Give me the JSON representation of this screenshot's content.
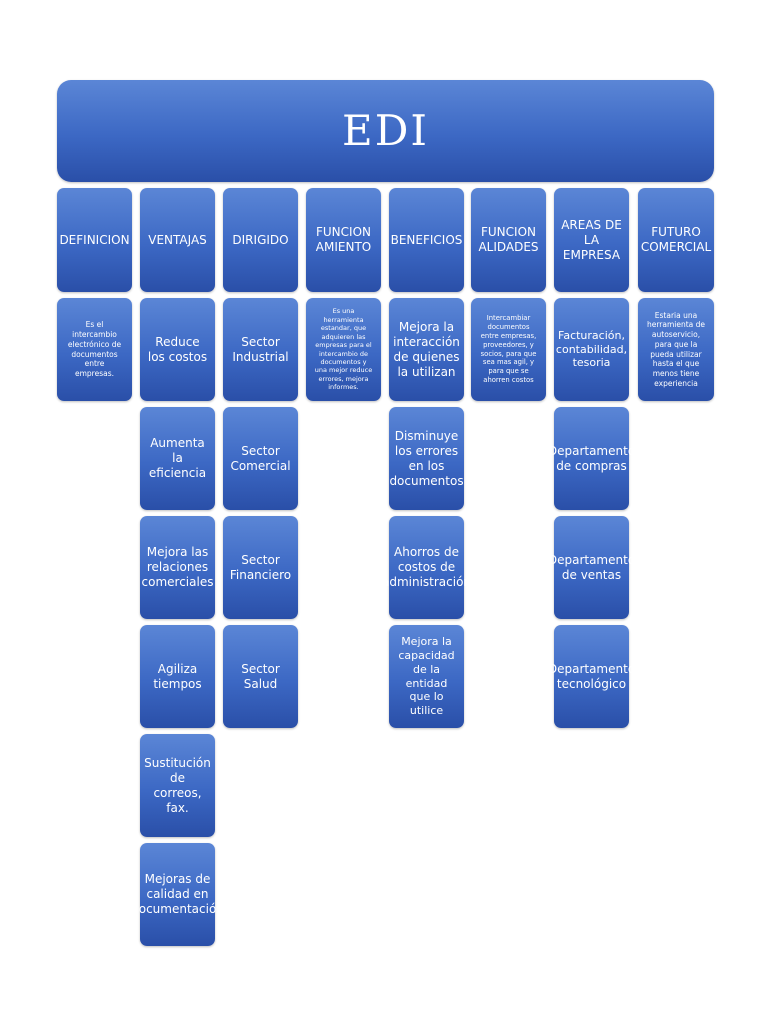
{
  "title": "EDI",
  "columns": [
    {
      "header": "DEFINICION",
      "items": [
        "Es el intercambio electrónico de documentos entre empresas."
      ]
    },
    {
      "header": "VENTAJAS",
      "items": [
        "Reduce los costos",
        "Aumenta la eficiencia",
        "Mejora las relaciones comerciales",
        "Agiliza tiempos",
        "Sustitución de correos, fax.",
        "Mejoras de calidad en documentación"
      ]
    },
    {
      "header": "DIRIGIDO",
      "items": [
        "Sector Industrial",
        "Sector Comercial",
        "Sector Financiero",
        "Sector Salud"
      ]
    },
    {
      "header": "FUNCIONAMIENTO",
      "items": [
        "Es una herramienta estandar, que adquieren las empresas para el intercambio de documentos y una mejor reduce errores, mejora informes."
      ]
    },
    {
      "header": "BENEFICIOS",
      "items": [
        "Mejora la interacción de quienes la utilizan",
        "Disminuye los errores en los documentos",
        "Ahorros de costos de administración",
        "Mejora la capacidad de la entidad que lo utilice"
      ]
    },
    {
      "header": "FUNCIONALIDADES",
      "items": [
        "Intercambiar documentos entre empresas, proveedores, y socios, para que sea mas agil, y para que se ahorren costos"
      ]
    },
    {
      "header": "AREAS DE LA EMPRESA",
      "items": [
        "Facturación, contabilidad, tesoria",
        "Departamento de compras",
        "Departamento de ventas",
        "Departamento tecnológico"
      ]
    },
    {
      "header": "FUTURO COMERCIAL",
      "items": [
        "Estaria una herramienta de autoservicio, para que la pueda utilizar hasta el que menos tiene experiencia"
      ]
    }
  ]
}
